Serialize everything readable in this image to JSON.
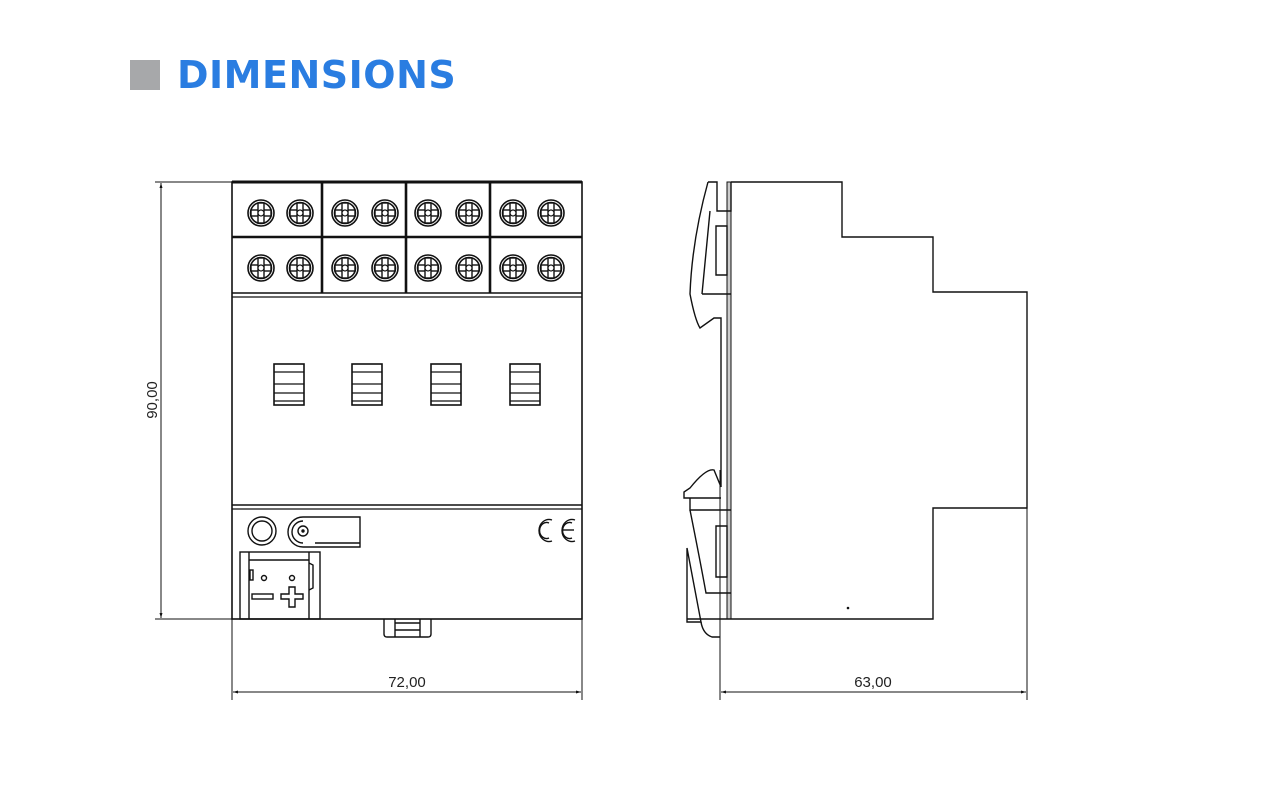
{
  "header": {
    "title": "DIMENSIONS",
    "accent_color": "#2a7de1",
    "marker_color": "#a7a8aa"
  },
  "front_view": {
    "height_label": "90,00",
    "width_label": "72,00",
    "terminal_columns": 8,
    "terminal_rows": 2,
    "led_windows": 4,
    "marking": "CE"
  },
  "side_view": {
    "depth_label": "63,00"
  }
}
